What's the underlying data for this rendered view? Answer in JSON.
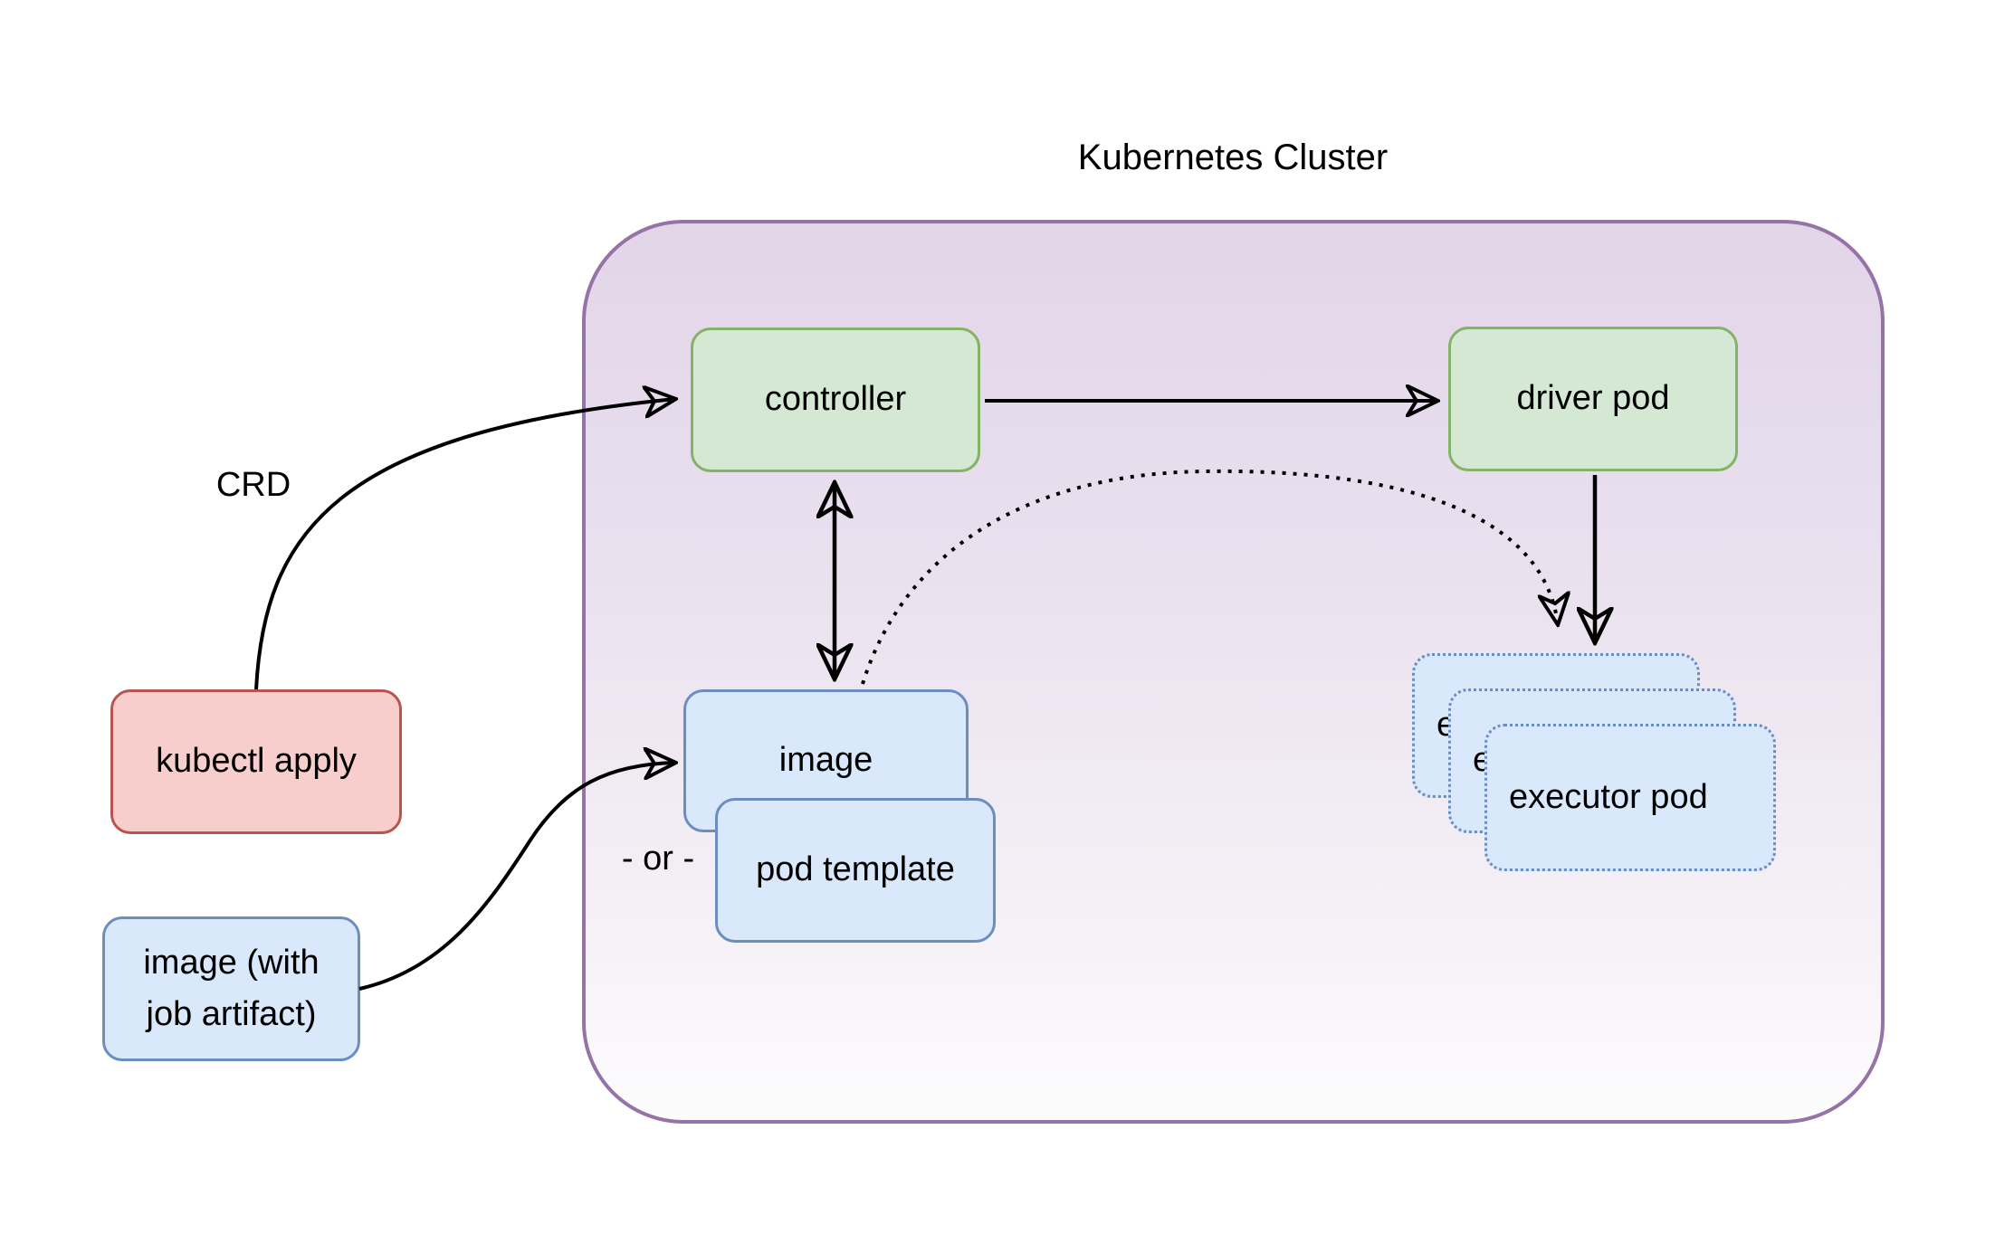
{
  "title": "Kubernetes Cluster",
  "labels": {
    "crd": "CRD",
    "or": "- or -"
  },
  "nodes": {
    "controller": {
      "label": "controller",
      "type": "green"
    },
    "driver_pod": {
      "label": "driver pod",
      "type": "green"
    },
    "image": {
      "label": "image",
      "type": "blue"
    },
    "pod_template": {
      "label": "pod template",
      "type": "blue"
    },
    "kubectl_apply": {
      "label": "kubectl apply",
      "type": "red"
    },
    "job_image": {
      "label": "image (with job artifact)",
      "line1": "image (with",
      "line2": "job artifact)",
      "type": "blue"
    },
    "executor_back": {
      "label": "executor pod",
      "type": "blue-dotted"
    },
    "executor_middle": {
      "label": "executor pod",
      "type": "blue-dotted"
    },
    "executor_front": {
      "label": "executor pod",
      "type": "blue-dotted"
    }
  },
  "edges": [
    {
      "name": "crd-arrow",
      "from": "kubectl apply",
      "to": "controller",
      "label": "CRD",
      "style": "solid curve, arrow at controller"
    },
    {
      "name": "controller-to-driver",
      "from": "controller",
      "to": "driver pod",
      "label": "",
      "style": "solid straight, arrow at driver pod"
    },
    {
      "name": "controller-image-sync",
      "from": "controller",
      "to": "image",
      "label": "",
      "style": "solid straight, arrows both ends"
    },
    {
      "name": "driver-to-executors",
      "from": "driver pod",
      "to": "executor pods",
      "label": "",
      "style": "solid straight, arrow at executors"
    },
    {
      "name": "image-to-executors",
      "from": "image",
      "to": "executor pods",
      "label": "",
      "style": "dotted curve, arrow at executors"
    },
    {
      "name": "job-image-to-image",
      "from": "image (with job artifact)",
      "to": "image",
      "label": "- or -",
      "style": "solid curve, arrow at image"
    }
  ],
  "colors": {
    "cluster_border": "#9673a6",
    "cluster_fill_top": "#e2d5e8",
    "cluster_fill_bottom": "#fdfcfd",
    "green_fill": "#d5e8d4",
    "green_border": "#82b366",
    "blue_fill": "#dae8fc",
    "blue_border": "#6c8ebf",
    "red_fill": "#f8cecc",
    "red_border": "#b85450",
    "arrow": "#000000",
    "text": "#000000",
    "page_background": "#ffffff"
  }
}
